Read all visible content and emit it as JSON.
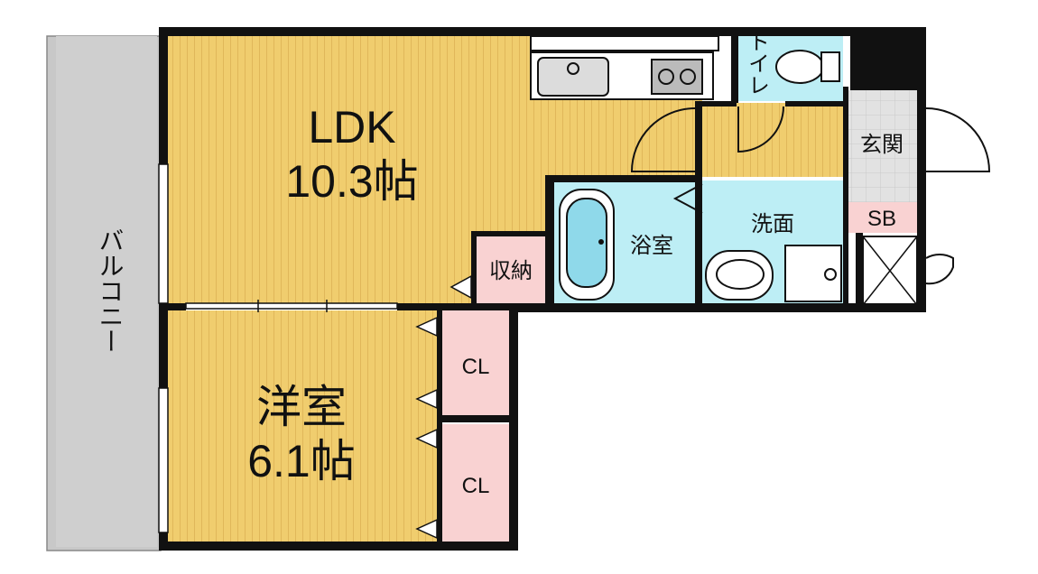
{
  "rooms": {
    "ldk": {
      "name": "LDK",
      "size": "10.3帖"
    },
    "western": {
      "name": "洋室",
      "size": "6.1帖"
    },
    "balcony": {
      "name": "バルコニー"
    },
    "toilet": {
      "name": "トイレ"
    },
    "entrance": {
      "name": "玄関"
    },
    "shoebox": {
      "name": "SB"
    },
    "bath": {
      "name": "浴室"
    },
    "washroom": {
      "name": "洗面"
    },
    "storage": {
      "name": "収納"
    },
    "closet1": {
      "name": "CL"
    },
    "closet2": {
      "name": "CL"
    }
  },
  "colors": {
    "wood": "#f0cd6e",
    "wood_line": "#e0b75a",
    "wet": "#bdeef5",
    "storage": "#f9d2d2",
    "balcony": "#c8c8c8",
    "entrance": "#dcdcdc",
    "wall": "#111111"
  }
}
